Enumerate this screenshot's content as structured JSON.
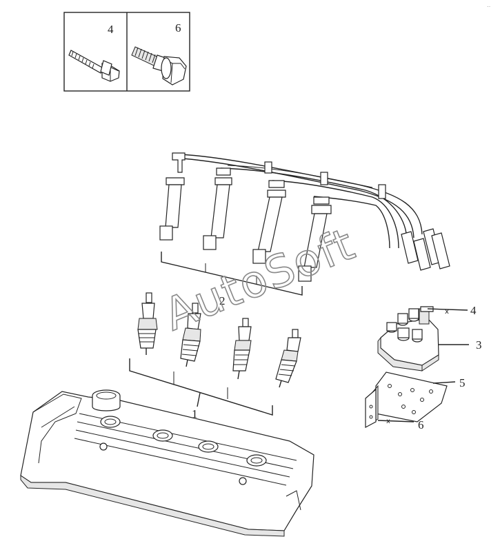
{
  "inset": {
    "left_callout": "4",
    "right_callout": "6"
  },
  "callouts": {
    "spark_plugs": "1",
    "ignition_leads": "2",
    "distributor_cap": "3",
    "cap_screw": "4",
    "mounting_bracket": "5",
    "bracket_bolt": "6"
  },
  "watermark": "AutoSoft",
  "corner_mark": "‥"
}
